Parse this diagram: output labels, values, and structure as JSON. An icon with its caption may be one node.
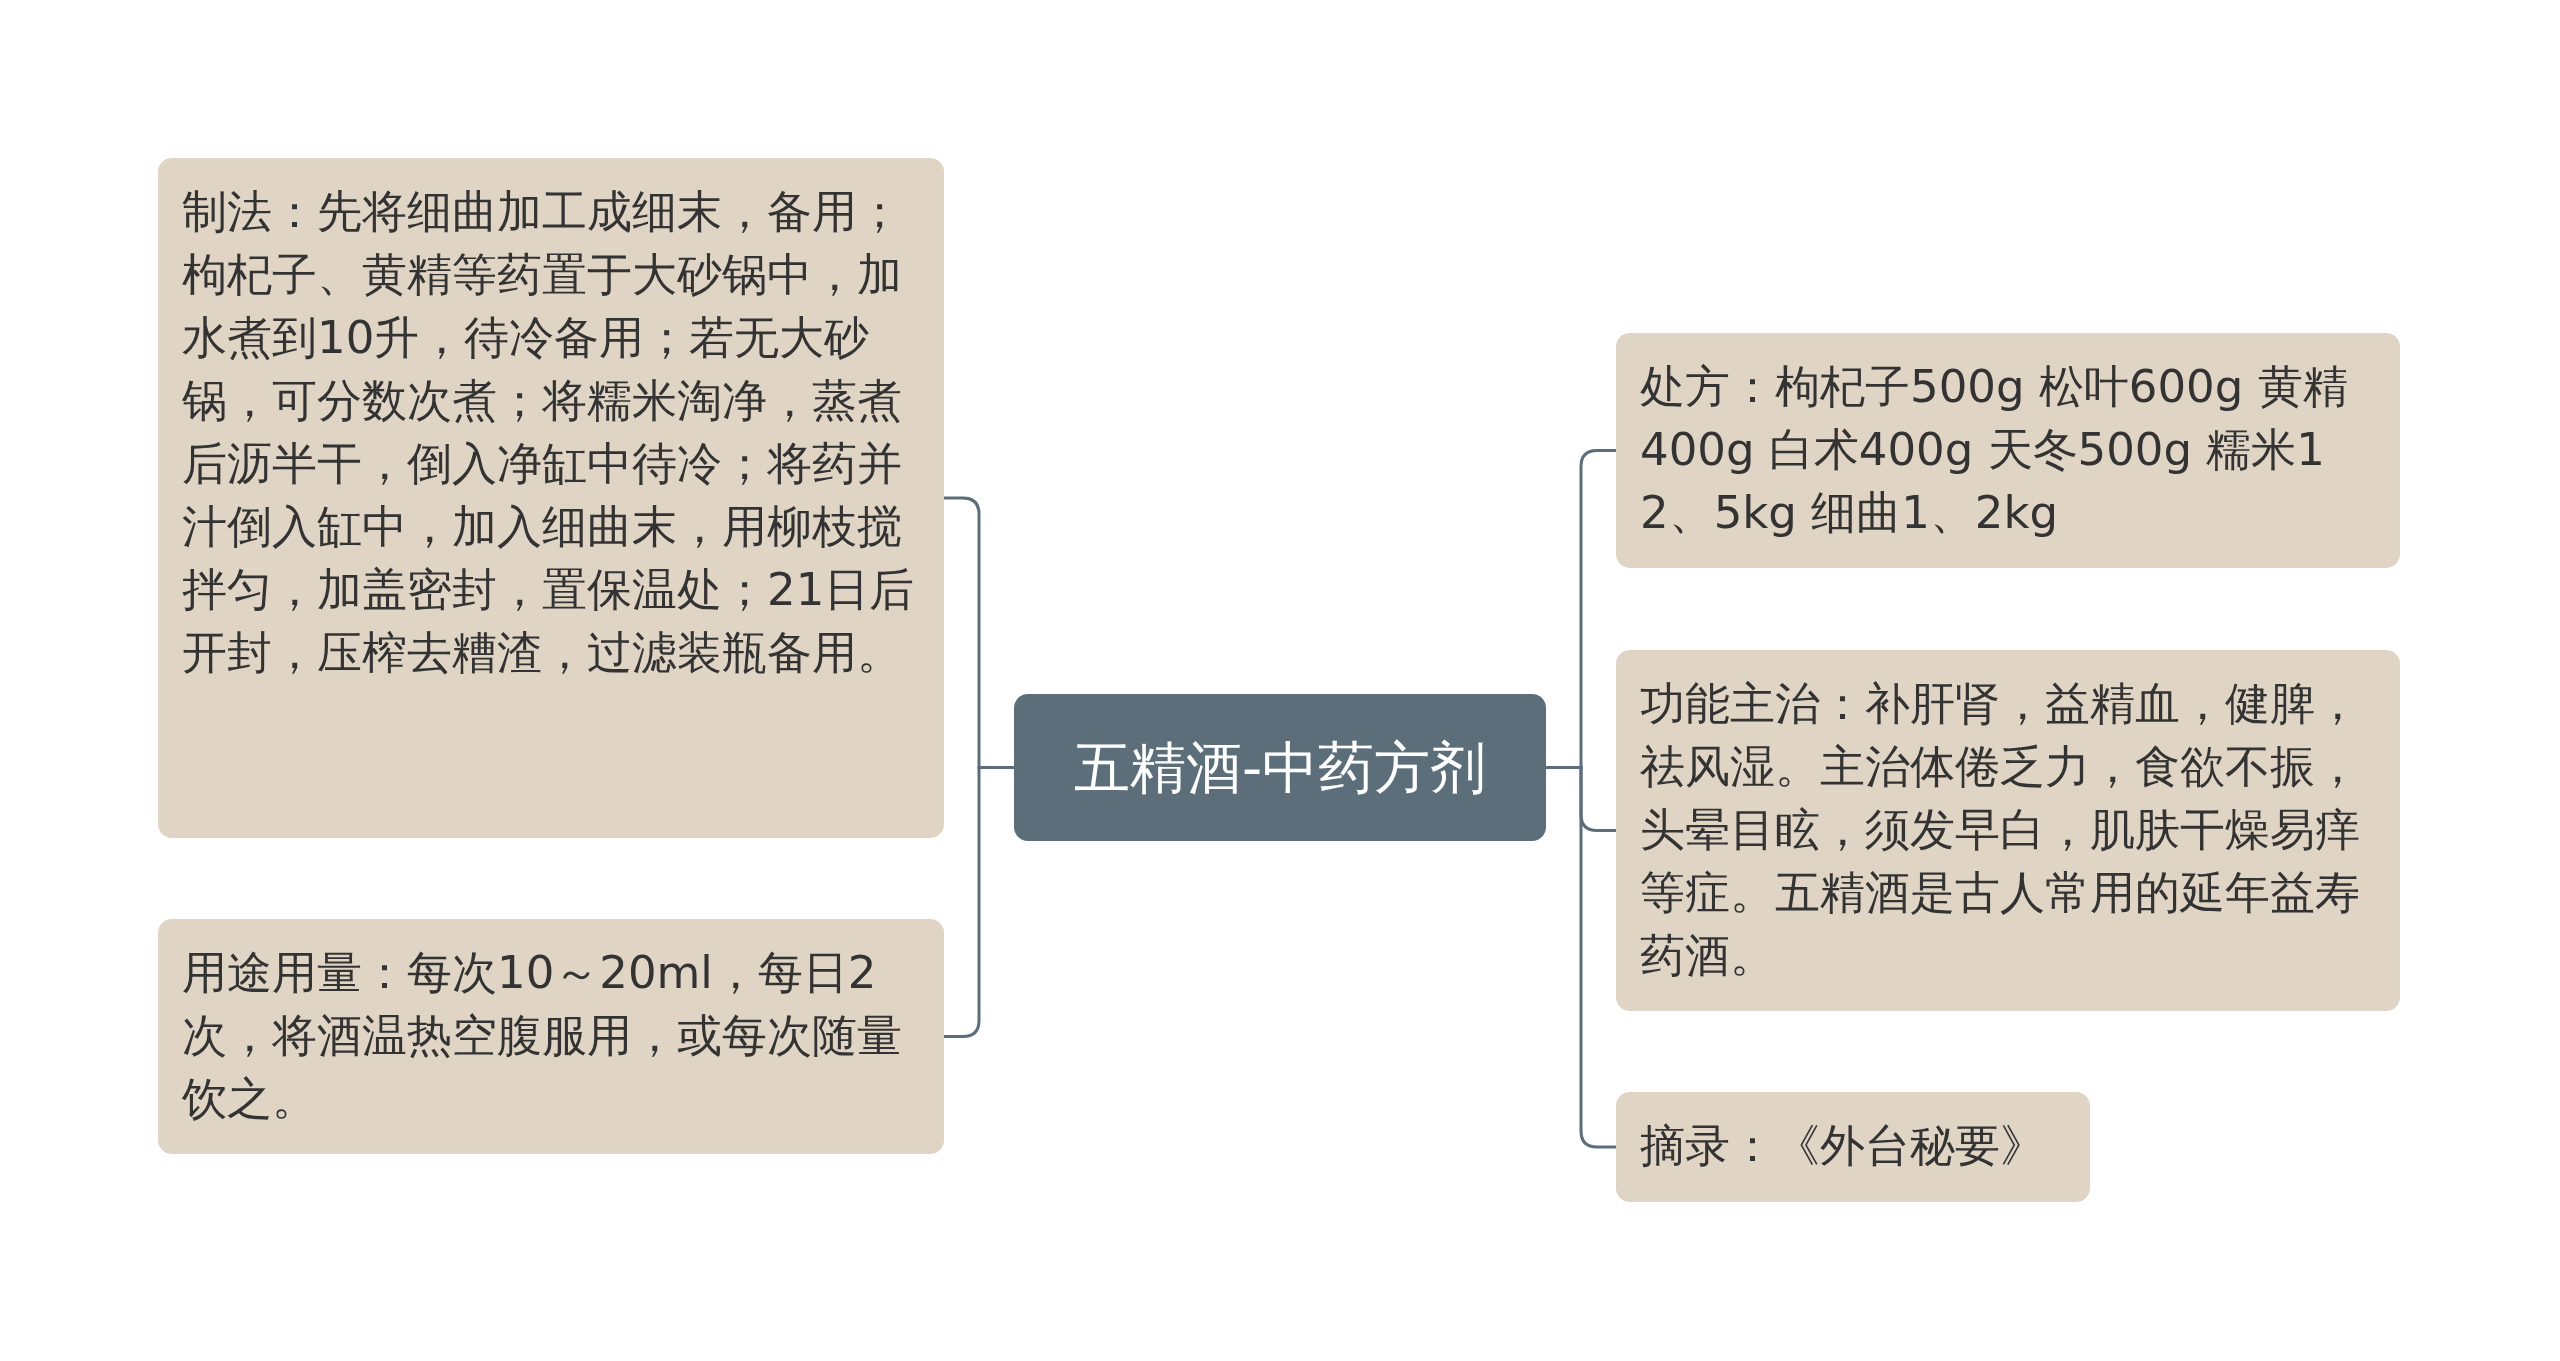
{
  "diagram": {
    "nodes": [
      {
        "text": [
          "五精酒-中药方剂"
        ]
      },
      {
        "text": [
          "制法：先将细曲加工成细末，备用；枸杞子、黄精等药置于大砂锅中，加水煮到10升，待冷备用；若无大砂锅，可分数次煮；将糯米淘净，蒸煮后沥半干，倒入净缸中待冷；将药并汁倒入缸中，加入细曲末，用柳枝搅拌匀，加盖密封，置保温处；21日后开封，压榨去糟渣，过滤装瓶备用。"
        ]
      },
      {
        "text": [
          "用途用量：每次10～20ml，每日2次，将酒温热空腹服用，或每次随量饮之。"
        ]
      },
      {
        "text": [
          "处方：枸杞子500g 松叶600g 黄精400g 白术400g 天冬500g 糯米12、5kg 细曲1、2kg"
        ]
      },
      {
        "text": [
          "功能主治：补肝肾，益精血，健脾，祛风湿。主治体倦乏力，食欲不振，头晕目眩，须发早白，肌肤干燥易痒等症。五精酒是古人常用的延年益寿药酒。"
        ]
      },
      {
        "text": [
          "摘录：《外台秘要》"
        ]
      }
    ],
    "edges": [
      {
        "from": 0,
        "to": 1,
        "arrow": "none"
      },
      {
        "from": 0,
        "to": 2,
        "arrow": "none"
      },
      {
        "from": 0,
        "to": 3,
        "arrow": "none"
      },
      {
        "from": 0,
        "to": 4,
        "arrow": "none"
      },
      {
        "from": 0,
        "to": 5,
        "arrow": "none"
      }
    ]
  }
}
